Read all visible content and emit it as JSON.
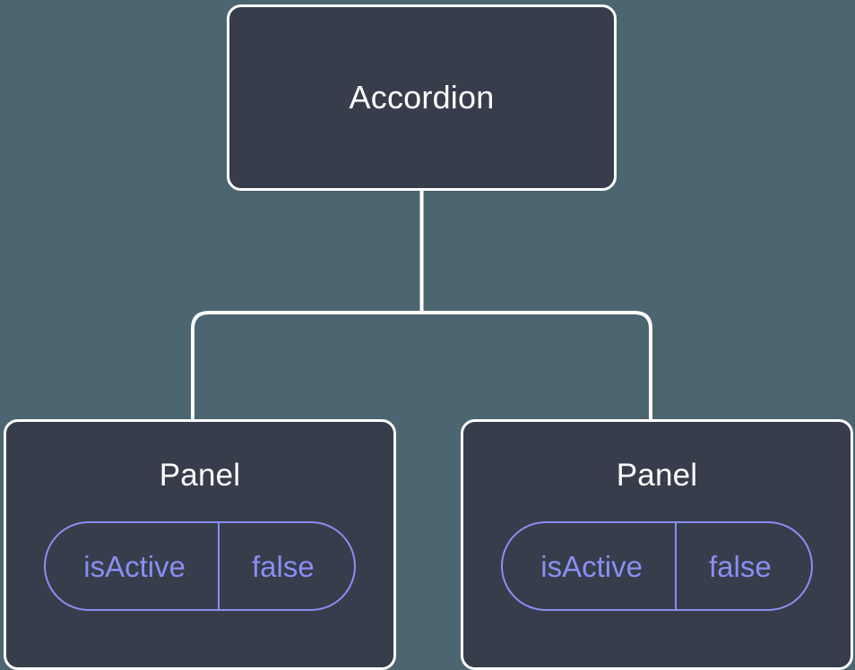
{
  "canvas": {
    "background_color": "#4b6571",
    "node_fill_color": "#373d4b",
    "node_border_color": "#ffffff",
    "connector_color": "#ffffff",
    "accent_color": "#8a8ef2"
  },
  "tree": {
    "root": {
      "label": "Accordion"
    },
    "children": [
      {
        "label": "Panel",
        "state": {
          "key": "isActive",
          "value": "false"
        }
      },
      {
        "label": "Panel",
        "state": {
          "key": "isActive",
          "value": "false"
        }
      }
    ]
  }
}
